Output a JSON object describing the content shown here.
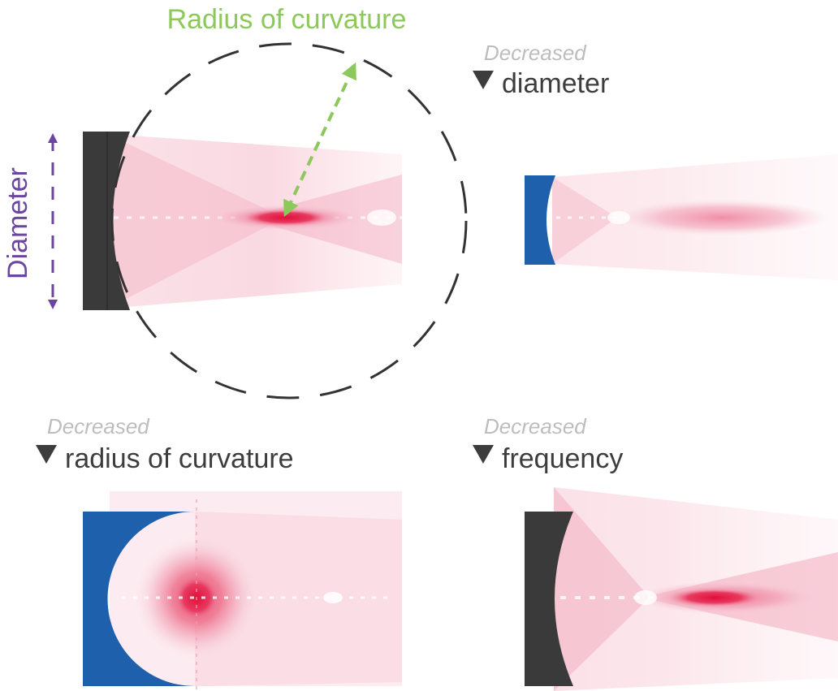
{
  "labels": {
    "radius_of_curvature": "Radius of curvature",
    "diameter": "Diameter"
  },
  "panels": [
    {
      "id": "reference"
    },
    {
      "id": "diameter",
      "qualifier": "Decreased",
      "property": "diameter"
    },
    {
      "id": "radius",
      "qualifier": "Decreased",
      "property": "radius of curvature"
    },
    {
      "id": "frequency",
      "qualifier": "Decreased",
      "property": "frequency"
    }
  ],
  "colors": {
    "dark_transducer": "#3a3a3a",
    "blue_transducer": "#1f60ad",
    "focus_red": "#e0103a",
    "beam_pink": "#f3b2c3",
    "green_arrow": "#8dc85a",
    "purple_arrow": "#6a46a0",
    "gray_caption": "#bdbdbd",
    "dark_caption": "#3d3d3d",
    "circle_stroke": "#333333"
  },
  "icons": {
    "decrease": "down-triangle-icon"
  }
}
